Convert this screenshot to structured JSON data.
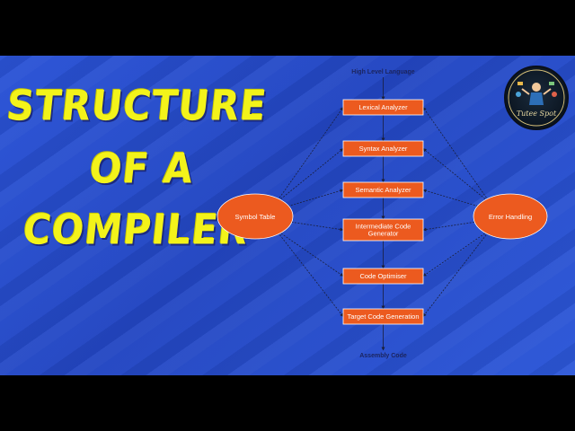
{
  "title": {
    "line1": "STRUCTURE",
    "line2": "OF A",
    "line3": "COMPILER"
  },
  "diagram": {
    "input": "High Level Language",
    "output": "Assembly Code",
    "phases": [
      {
        "label_lines": [
          "Lexical Analyzer"
        ]
      },
      {
        "label_lines": [
          "Syntax Analyzer"
        ]
      },
      {
        "label_lines": [
          "Semantic Analyzer"
        ]
      },
      {
        "label_lines": [
          "Intermediate Code",
          "Generator"
        ]
      },
      {
        "label_lines": [
          "Code Optimiser"
        ]
      },
      {
        "label_lines": [
          "Target Code Generation"
        ]
      }
    ],
    "left_node": "Symbol Table",
    "right_node": "Error Handling"
  },
  "logo": {
    "text": "Tutee Spot",
    "icon": "tutor-character-icon"
  },
  "colors": {
    "box_fill": "#ec5a1f",
    "box_stroke": "#ffffff",
    "title_yellow": "#f3f31a",
    "background": "#2a53d6",
    "arrow": "#1a1f3c"
  }
}
